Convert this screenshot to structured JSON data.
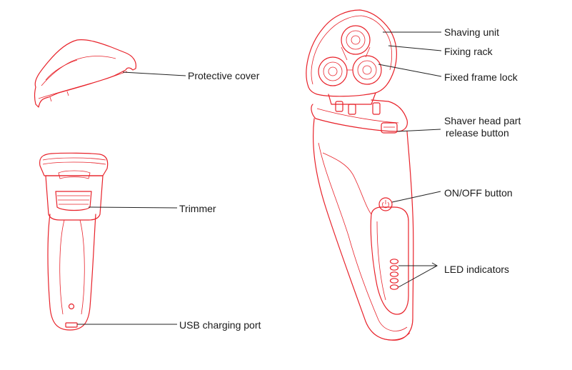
{
  "labels": {
    "protective_cover": "Protective cover",
    "trimmer": "Trimmer",
    "usb_charging_port": "USB charging port",
    "shaving_unit": "Shaving unit",
    "fixing_rack": "Fixing rack",
    "fixed_frame_lock": "Fixed frame lock",
    "release_button_line1": "Shaver head part",
    "release_button_line2": "release button",
    "on_off_button": "ON/OFF button",
    "led_indicators": "LED indicators"
  },
  "colors": {
    "line_art": "#e8222a",
    "leader_line": "#222222",
    "text": "#1a1a1a",
    "background": "#ffffff"
  },
  "icons": [
    "power-icon"
  ]
}
